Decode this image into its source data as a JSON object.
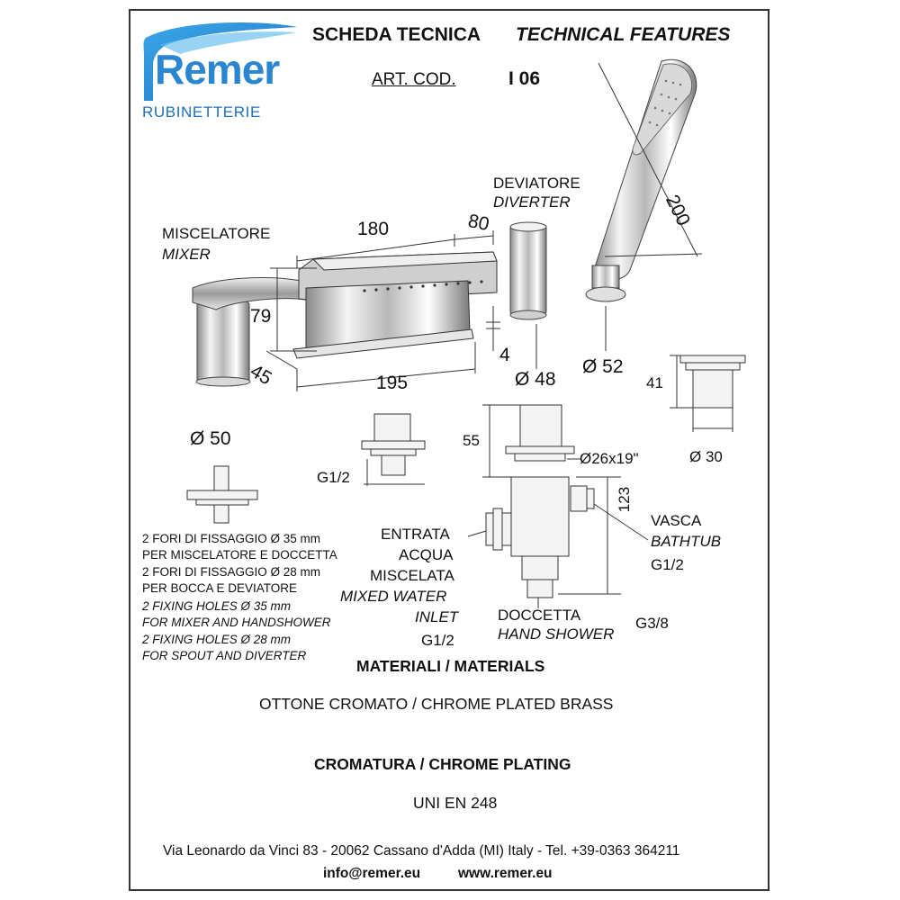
{
  "logo": {
    "brand": "Remer",
    "sub": "RUBINETTERIE"
  },
  "header": {
    "title_it": "SCHEDA TECNICA",
    "title_en": "TECHNICAL FEATURES",
    "art_label": "ART. COD.",
    "art_code": "I 06"
  },
  "labels": {
    "mixer_it": "MISCELATORE",
    "mixer_en": "MIXER",
    "diverter_it": "DEVIATORE",
    "diverter_en": "DIVERTER",
    "inlet_it_1": "ENTRATA",
    "inlet_it_2": "ACQUA",
    "inlet_it_3": "MISCELATA",
    "inlet_en_1": "MIXED WATER",
    "inlet_en_2": "INLET",
    "inlet_thread": "G1/2",
    "bathtub_it": "VASCA",
    "bathtub_en": "BATHTUB",
    "bathtub_thread": "G1/2",
    "shower_it": "DOCCETTA",
    "shower_en": "HAND SHOWER",
    "shower_thread": "G3/8",
    "spout_thread": "G1/2"
  },
  "dimensions": {
    "d180": "180",
    "d80": "80",
    "d200": "200",
    "d79": "79",
    "d45": "45",
    "d195": "195",
    "d4": "4",
    "d48": "Ø 48",
    "d52": "Ø 52",
    "d41": "41",
    "d50": "Ø 50",
    "d55": "55",
    "d26": "Ø26x19\"",
    "d30": "Ø 30",
    "d123": "123"
  },
  "notes": [
    "2 FORI DI FISSAGGIO Ø 35 mm",
    "PER MISCELATORE E DOCCETTA",
    "2 FORI DI FISSAGGIO Ø 28 mm",
    "PER BOCCA E DEVIATORE",
    "2 FIXING HOLES Ø 35 mm",
    "FOR MIXER AND HANDSHOWER",
    "2 FIXING HOLES Ø 28 mm",
    "FOR SPOUT AND DIVERTER"
  ],
  "materials": {
    "heading": "MATERIALI / MATERIALS",
    "value": "OTTONE CROMATO / CHROME PLATED BRASS",
    "plating_heading": "CROMATURA / CHROME PLATING",
    "plating_value": "UNI EN 248"
  },
  "footer": {
    "address": "Via Leonardo da Vinci 83 - 20062 Cassano d'Adda (MI) Italy - Tel. +39-0363 364211",
    "email": "info@remer.eu",
    "web": "www.remer.eu"
  }
}
